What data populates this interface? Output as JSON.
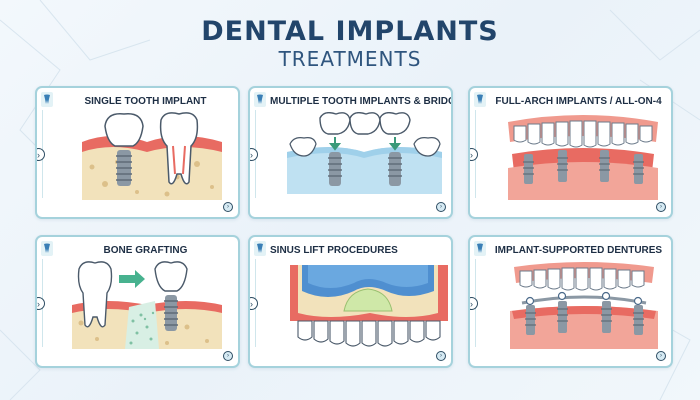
{
  "title": "DENTAL IMPLANTS",
  "subtitle": "TREATMENTS",
  "cards": [
    {
      "label": "SINGLE TOOTH IMPLANT"
    },
    {
      "label": "MULTIPLE TOOTH IMPLANTS & BRIDGES"
    },
    {
      "label": "FULL-ARCH IMPLANTS / ALL-ON-4"
    },
    {
      "label": "BONE GRAFTING"
    },
    {
      "label": "SINUS LIFT PROCEDURES"
    },
    {
      "label": "IMPLANT-SUPPORTED DENTURES"
    }
  ],
  "icons": {
    "tag": "tooth-icon",
    "nav": "chevron-right-icon"
  },
  "colors": {
    "title": "#22456b",
    "card_border": "#a5d2dc",
    "gum": "#e86b62",
    "bone": "#f2e2bb",
    "implant": "#7d8c99",
    "sinus": "#4f8fd0"
  }
}
